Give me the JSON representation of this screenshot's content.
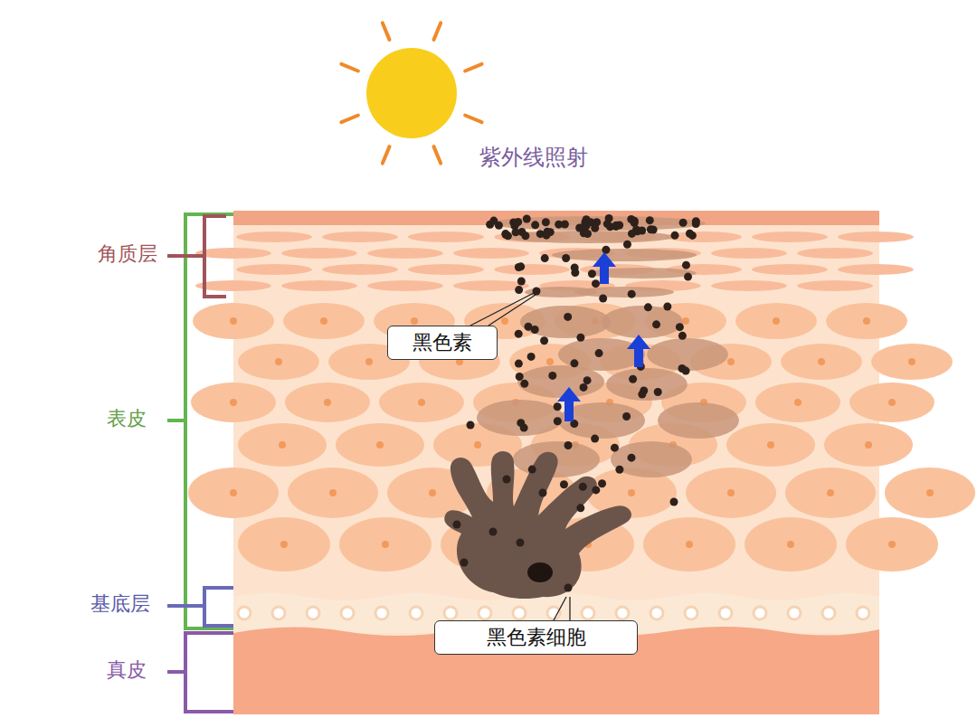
{
  "diagram": {
    "nodes": [
      {
        "text": [
          "黑色素"
        ]
      },
      {
        "text": [
          "黑色素细胞"
        ]
      }
    ],
    "labels": [
      "紫外线照射",
      "角质层",
      "表皮",
      "基底层",
      "真皮"
    ]
  }
}
